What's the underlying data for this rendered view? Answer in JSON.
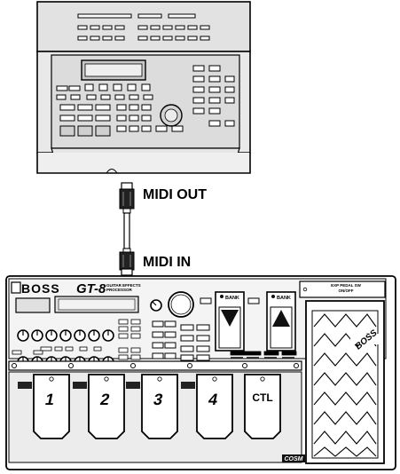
{
  "connection": {
    "out_label": "MIDI OUT",
    "in_label": "MIDI IN"
  },
  "gt8": {
    "brand": "BOSS",
    "model": "GT-8",
    "subtitle_line1": "GUITAR EFFECTS",
    "subtitle_line2": "PROCESSOR",
    "bank_down_label": "BANK",
    "bank_up_label": "BANK",
    "exp_label_line1": "EXP PEDAL SW",
    "exp_label_line2": "ON/OFF",
    "pedal_brand": "BOSS",
    "pedal_numbers": [
      "1",
      "2",
      "3",
      "4"
    ],
    "ctl_label": "CTL",
    "cosm_label": "COSM"
  }
}
